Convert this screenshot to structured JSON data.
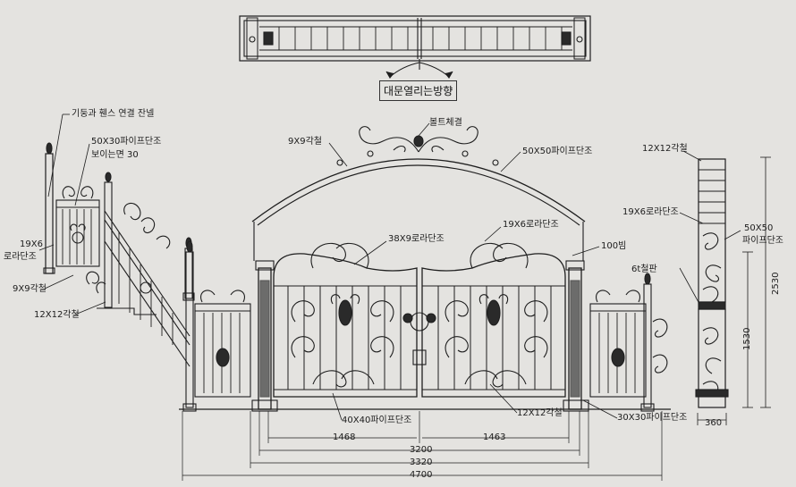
{
  "plan_view": {
    "opening_direction": "대문열리는방향"
  },
  "labels": {
    "post_fence_panel": "기둥과 휀스 연결 잔넬",
    "pipe_50x30_line1": "50X30파이프단조",
    "pipe_50x30_line2": "보이는면 30",
    "flat_19x6_line1": "19X6",
    "flat_19x6_line2": "로라단조",
    "bar_9x9_left": "9X9각철",
    "bar_12x12_left": "12X12각철",
    "bar_9x9_arch": "9X9각철",
    "bolt": "볼트체결",
    "pipe_50x50_arch": "50X50파이프단조",
    "flat_38x9": "38X9로라단조",
    "flat_19x6_gate": "19X6로라단조",
    "beam_100": "100빔",
    "plate_6t": "6t철판",
    "bar_12x12_side": "12X12각철",
    "flat_19x6_side": "19X6로라단조",
    "pipe_50x50_side_line1": "50X50",
    "pipe_50x50_side_line2": "파이프단조",
    "pipe_40x40": "40X40파이프단조",
    "bar_12x12_gate": "12X12각철",
    "pipe_30x30": "30X30파이프단조"
  },
  "dimensions": {
    "left_leaf": "1468",
    "right_leaf": "1463",
    "gate_opening": "3200",
    "post_to_post": "3320",
    "overall": "4700",
    "side_height": "2530",
    "side_lower": "1530",
    "side_width": "360"
  }
}
